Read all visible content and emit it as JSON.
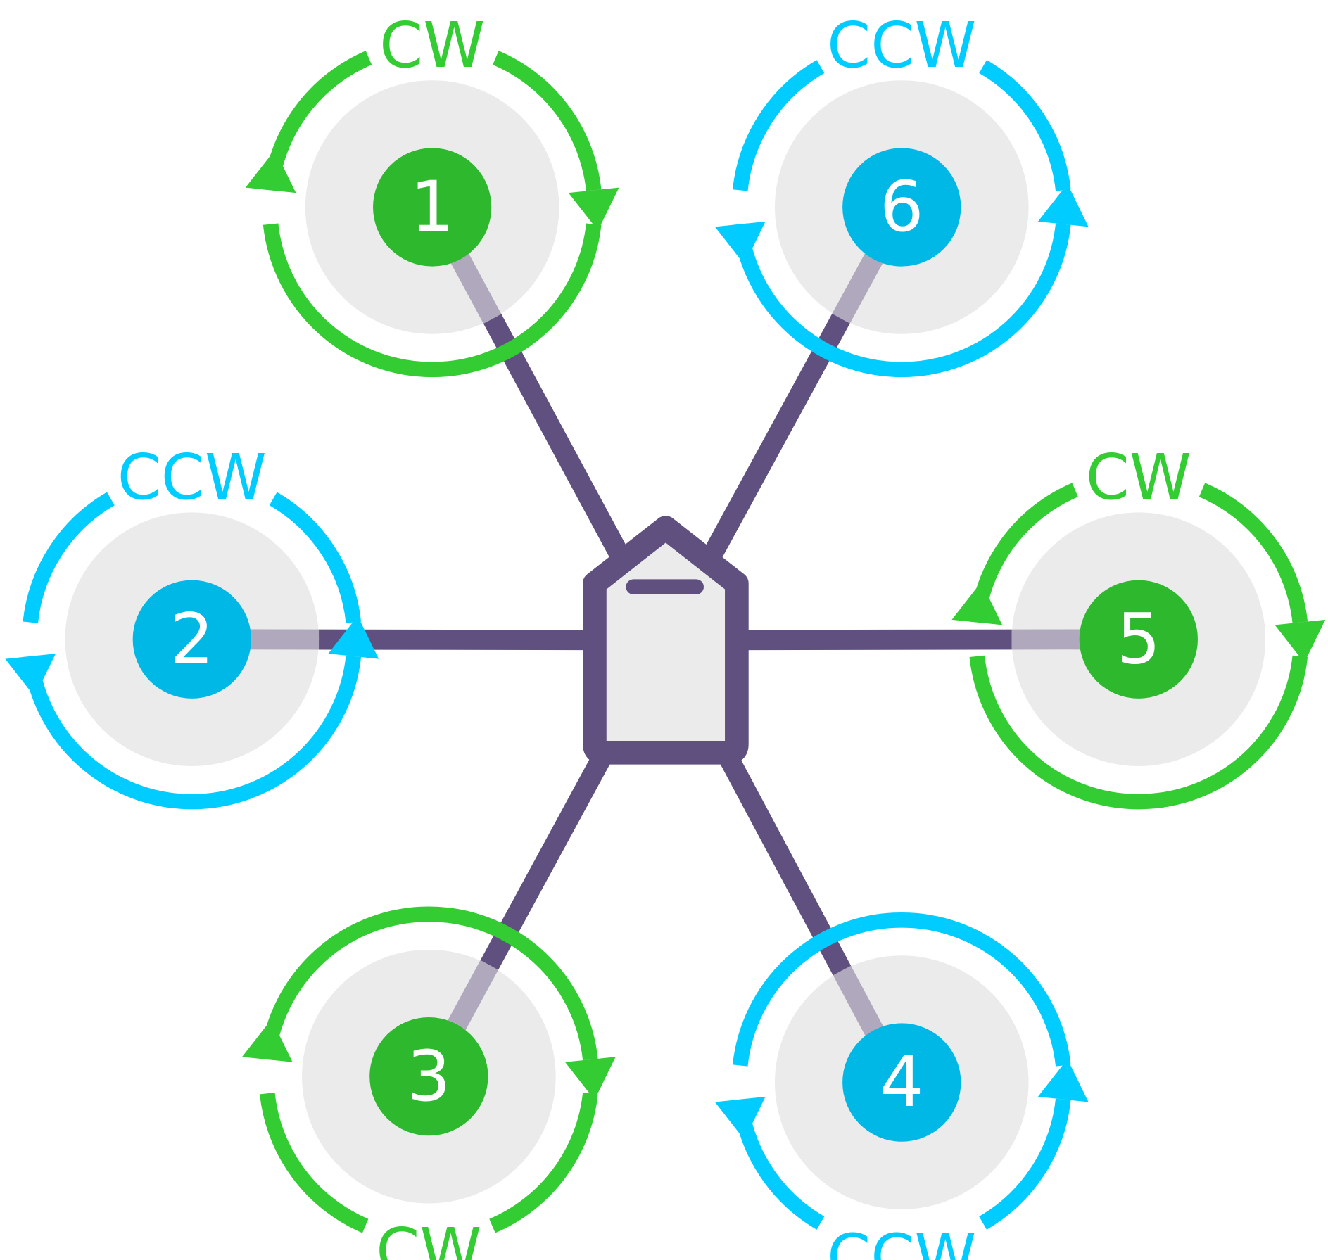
{
  "title": "Hexacopter motor layout",
  "colors": {
    "cw": "#33cc33",
    "cw_motor": "#2eb82e",
    "ccw": "#00ccff",
    "ccw_motor": "#00b8e6",
    "frame": "#5f5080",
    "arm_light": "#b0a8bc",
    "prop_disc": "#ebebeb",
    "body_fill": "#ebebeb"
  },
  "motors": [
    {
      "number": "1",
      "direction": "cw",
      "label": "CW"
    },
    {
      "number": "2",
      "direction": "ccw",
      "label": "CCW"
    },
    {
      "number": "3",
      "direction": "cw",
      "label": "CW"
    },
    {
      "number": "4",
      "direction": "ccw",
      "label": "CCW"
    },
    {
      "number": "5",
      "direction": "cw",
      "label": "CW"
    },
    {
      "number": "6",
      "direction": "ccw",
      "label": "CCW"
    }
  ]
}
